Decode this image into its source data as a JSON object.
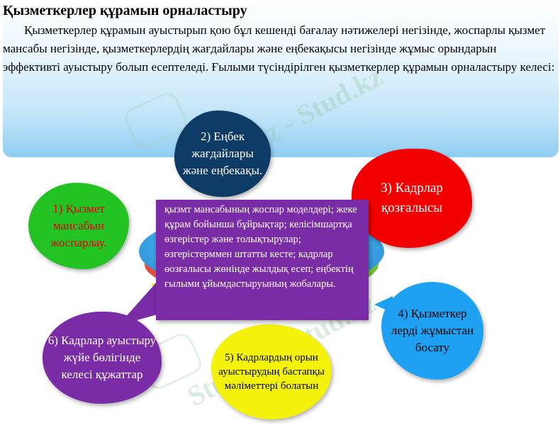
{
  "header": {
    "title": "Қызметкерлер құрамын орналастыру",
    "intro": "Қызметкерлер құрамын ауыстырып қою бұл кешенді бағалау  нәтижелері негізінде, жоспарлы қызмет мансабы негізінде, қызметкерлердің жағдайлары және еңбекақысы негізінде жұмыс орындарын эффективті ауыстыру болып есептеледі. Ғылыми түсіндірілген қызметкерлер құрамын орналастыру келесі:"
  },
  "clouds": {
    "c1": "1) Қызмет мансабын жоспарлау.",
    "c2": "2) Еңбек жағдайлары және еңбекақы.",
    "c3": "3) Кадрлар қозғалысы",
    "c4": "4) Қызметкер лерді жұмыстан босату",
    "c5": "5) Кадрлардың орын ауыстырудың бастапқы мәліметтері болатын",
    "c6": "6) Кадрлар ауыстыру жүйе бөлігінде келесі құжаттар"
  },
  "callout": {
    "text": "қызмт мансабының жоспар моделдері; жеке құрам бойынша бұйрықтар; келісімшартқа өзгерістер және толықтырулар; өзгерістерммен штатты кесте; кадрлар өозғалысы жөнінде жылдық есеп; еңбектің ғылыми ұйымдастыруының жобалары."
  },
  "watermark": {
    "text": "Stud.kz - Stud.kz"
  },
  "colors": {
    "green": "#22c322",
    "navy": "#0e3a66",
    "red": "#f20000",
    "blue": "#1ea1f2",
    "yellow": "#f4f20a",
    "purple": "#7a2ca6"
  }
}
